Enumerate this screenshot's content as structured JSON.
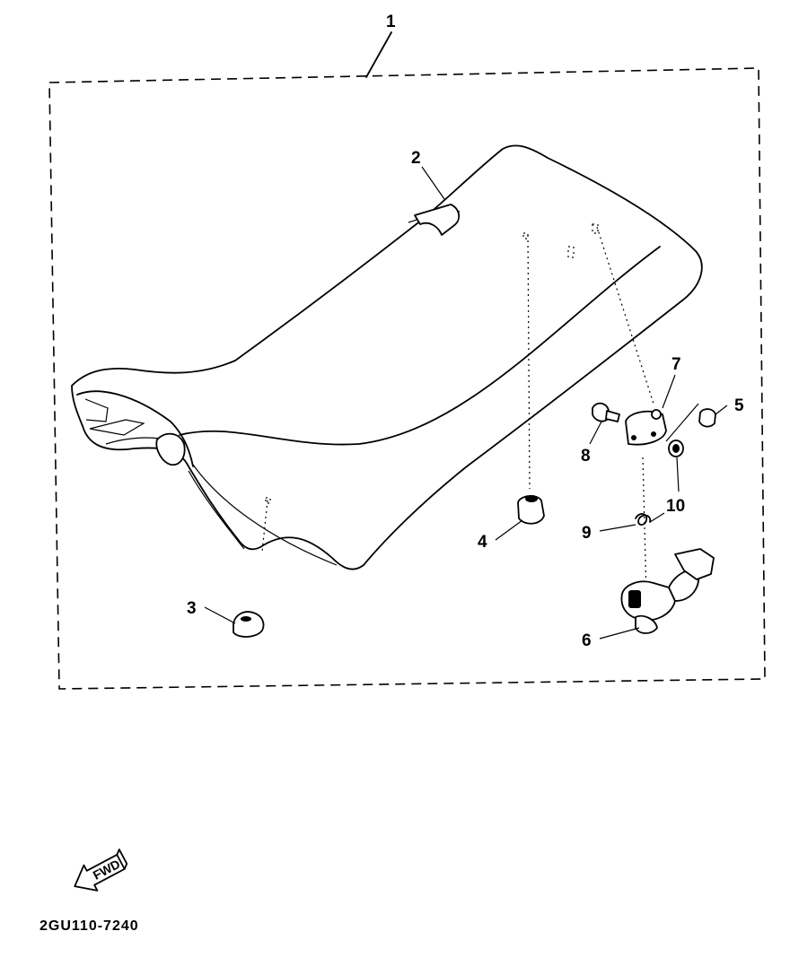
{
  "diagram": {
    "callouts": {
      "c1": "1",
      "c2": "2",
      "c3": "3",
      "c4": "4",
      "c5": "5",
      "c6": "6",
      "c7": "7",
      "c8": "8",
      "c9": "9",
      "c10": "10"
    },
    "fwd_label": "FWD",
    "drawing_code": "2GU110-7240"
  }
}
